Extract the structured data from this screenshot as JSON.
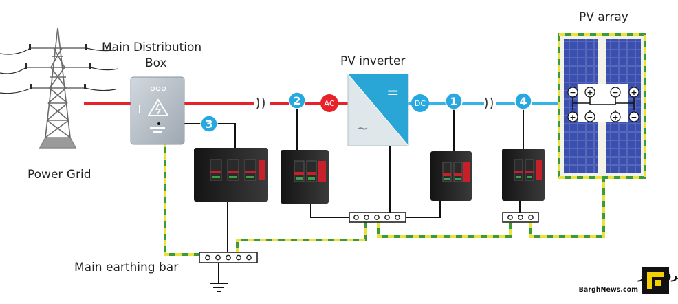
{
  "labels": {
    "power_grid": "Power Grid",
    "main_distribution_box_line1": "Main Distribution",
    "main_distribution_box_line2": "Box",
    "pv_inverter": "PV inverter",
    "pv_array": "PV array",
    "main_earthing_bar": "Main earthing bar"
  },
  "markers": {
    "spd_1": "1",
    "spd_2": "2",
    "spd_3": "3",
    "spd_4": "4",
    "ac": "AC",
    "dc": "DC"
  },
  "inverter_symbols": {
    "dc_side": "=",
    "ac_side": "~"
  },
  "pv_polarity": [
    "−",
    "+",
    "−",
    "+",
    "+",
    "−",
    "+",
    "−"
  ],
  "logo": {
    "persian": "برق نیوز",
    "latin": "BarghNews.com"
  },
  "colors": {
    "ac_line": "#e8212a",
    "dc_line": "#35b3e6",
    "earth_green": "#3c9a3c",
    "earth_yellow": "#e8e23a",
    "marker_blue": "#27a8e0",
    "marker_red": "#e8212a",
    "inverter_teal": "#2aa6d6",
    "panel_blue": "#2c3e92",
    "logo_yellow": "#f4d000"
  },
  "icons": [
    "power-tower-icon",
    "high-voltage-icon",
    "ground-icon",
    "surge-protector-icon",
    "solar-panel-icon",
    "sine-wave-icon"
  ]
}
